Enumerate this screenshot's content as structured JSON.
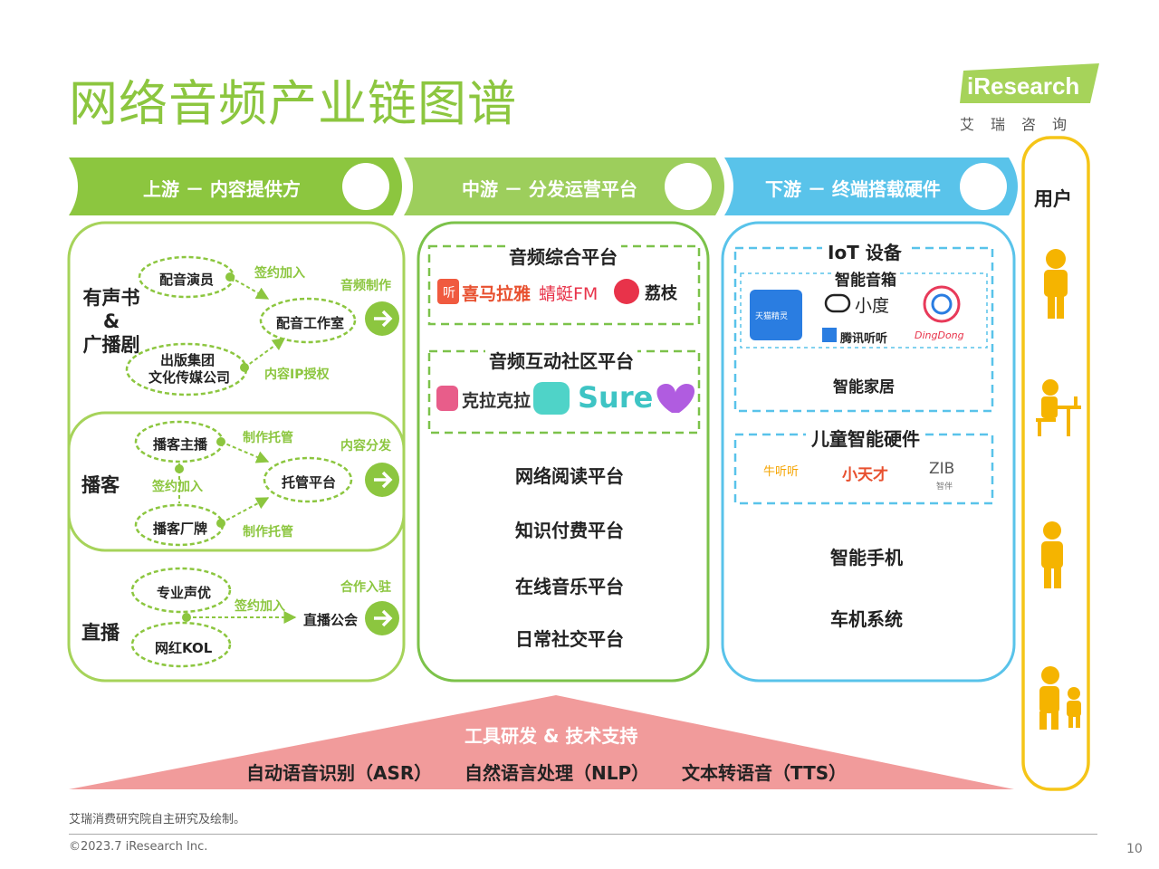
{
  "title": "网络音频产业链图谱",
  "brand": {
    "logo_text": "iResearch",
    "logo_sub": "艾瑞咨询"
  },
  "colors": {
    "upstream": "#8cc63f",
    "midstream": "#7cc24a",
    "downstream": "#3fb3e6",
    "users": "#f5c518",
    "tools": "#f08e8e"
  },
  "upstream": {
    "header": "上游 － 内容提供方",
    "audiobook": {
      "label": "有声书\n&\n广播剧",
      "nodes": [
        "配音演员",
        "配音工作室",
        "出版集团\n文化传媒公司"
      ],
      "edges": [
        "签约加入",
        "内容IP授权"
      ],
      "output": "音频制作"
    },
    "podcast": {
      "label": "播客",
      "nodes": [
        "播客主播",
        "托管平台",
        "播客厂牌"
      ],
      "edges": [
        "制作托管",
        "签约加入",
        "制作托管"
      ],
      "output": "内容分发"
    },
    "live": {
      "label": "直播",
      "nodes": [
        "专业声优",
        "网红KOL",
        "直播公会"
      ],
      "edges": [
        "签约加入"
      ],
      "output": "合作入驻"
    }
  },
  "midstream": {
    "header": "中游 － 分发运营平台",
    "group1": {
      "title": "音频综合平台",
      "logos": [
        "喜马拉雅",
        "蜻蜓FM",
        "荔枝"
      ]
    },
    "group2": {
      "title": "音频互动社区平台",
      "logos": [
        "克拉克拉",
        "Sure"
      ]
    },
    "items": [
      "网络阅读平台",
      "知识付费平台",
      "在线音乐平台",
      "日常社交平台"
    ]
  },
  "downstream": {
    "header": "下游 － 终端搭载硬件",
    "iot": {
      "title": "IoT 设备",
      "speaker_title": "智能音箱",
      "speaker_logos": [
        "天猫精灵",
        "小度",
        "腾讯听听",
        "DingDong"
      ],
      "home": "智能家居"
    },
    "kids": {
      "title": "儿童智能硬件",
      "logos": [
        "牛听听",
        "小天才",
        "ZIB",
        "智伴"
      ]
    },
    "items": [
      "智能手机",
      "车机系统"
    ]
  },
  "users": {
    "label": "用户",
    "icons": [
      "person-icon",
      "person-at-desk-icon",
      "person-standing-icon",
      "parent-child-icon"
    ]
  },
  "tools": {
    "title": "工具研发 & 技术支持",
    "items": [
      "自动语音识别（ASR）",
      "自然语言处理（NLP）",
      "文本转语音（TTS）"
    ]
  },
  "footer": {
    "source": "艾瑞消费研究院自主研究及绘制。",
    "copyright": "©2023.7 iResearch Inc.",
    "page": "10"
  }
}
